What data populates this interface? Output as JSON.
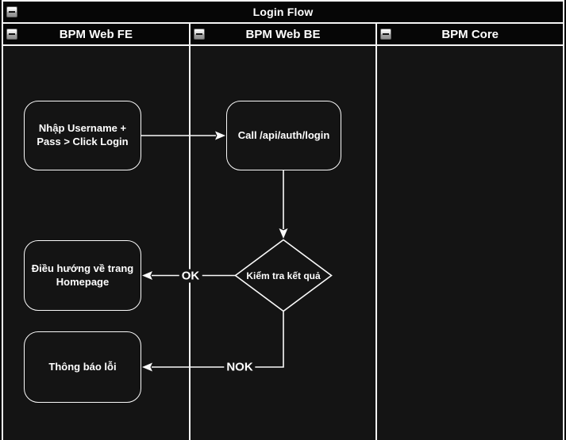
{
  "pool": {
    "title": "Login Flow",
    "lanes": [
      {
        "label": "BPM Web FE"
      },
      {
        "label": "BPM Web BE"
      },
      {
        "label": "BPM Core"
      }
    ]
  },
  "nodes": {
    "fe_input": {
      "label": "Nhập Username + Pass > Click Login",
      "shape": "rounded-rect",
      "lane": "BPM Web FE"
    },
    "be_call": {
      "label": "Call /api/auth/login",
      "shape": "rounded-rect",
      "lane": "BPM Web BE"
    },
    "decision": {
      "label": "Kiểm tra kết quả",
      "shape": "diamond",
      "lane": "BPM Web BE"
    },
    "homepage": {
      "label": "Điều hướng về trang Homepage",
      "shape": "rounded-rect",
      "lane": "BPM Web FE"
    },
    "error": {
      "label": "Thông báo lỗi",
      "shape": "rounded-rect",
      "lane": "BPM Web FE"
    }
  },
  "edges": [
    {
      "from": "fe_input",
      "to": "be_call",
      "label": ""
    },
    {
      "from": "be_call",
      "to": "decision",
      "label": ""
    },
    {
      "from": "decision",
      "to": "homepage",
      "label": "OK"
    },
    {
      "from": "decision",
      "to": "error",
      "label": "NOK"
    }
  ],
  "icons": {
    "collapse": "minus"
  },
  "colors": {
    "canvas": "#141414",
    "bar": "#060606",
    "stroke": "#f5f5f5",
    "text": "#ffffff",
    "button_face": "#c9c9c9"
  }
}
